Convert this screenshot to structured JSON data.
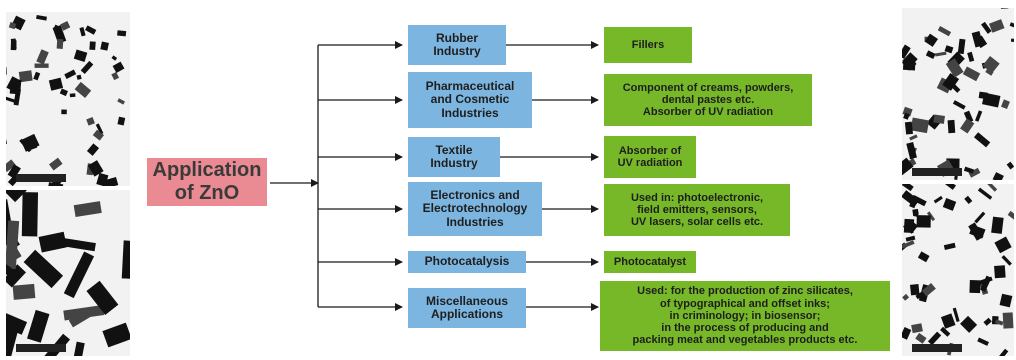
{
  "central": {
    "label": "Application\nof ZnO",
    "color": "#ea8a93"
  },
  "colors": {
    "category": "#7cb6e0",
    "use": "#77b828",
    "arrow": "#1a1a1a"
  },
  "branches": [
    {
      "category": "Rubber\nIndustry",
      "use": "Fillers"
    },
    {
      "category": "Pharmaceutical\nand Cosmetic\nIndustries",
      "use": "Component of creams, powders,\ndental pastes etc.\nAbsorber of UV radiation"
    },
    {
      "category": "Textile\nIndustry",
      "use": "Absorber of\nUV radiation"
    },
    {
      "category": "Electronics and\nElectrotechnology\nIndustries",
      "use": "Used in: photoelectronic,\nfield emitters, sensors,\nUV lasers, solar cells etc."
    },
    {
      "category": "Photocatalysis",
      "use": "Photocatalyst"
    },
    {
      "category": "Miscellaneous\nApplications",
      "use": "Used: for the production of zinc silicates,\nof typographical and offset inks;\nin criminology; in biosensor;\nin the process of producing and\npacking meat and vegetables products etc."
    }
  ],
  "micrographs": [
    {
      "name": "micrograph-top-left"
    },
    {
      "name": "micrograph-bottom-left"
    },
    {
      "name": "micrograph-top-right"
    },
    {
      "name": "micrograph-bottom-right"
    }
  ]
}
